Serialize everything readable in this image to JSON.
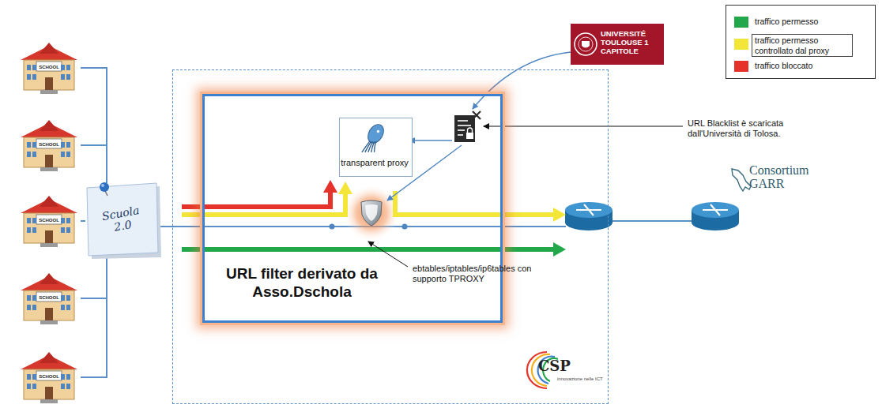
{
  "diagram": {
    "nodes": [
      {
        "text": [
          "CSP",
          "innovazione nelle ICT"
        ]
      },
      {
        "text": [
          "URL filter derivato da Asso.Dschola"
        ],
        "in": 0
      },
      {
        "text": [
          "transparent proxy"
        ],
        "in": 1
      },
      {
        "text": [
          "UNIVERSITÉ TOULOUSE 1 CAPITOLE"
        ]
      },
      {
        "text": [
          "Scuola 2.0"
        ]
      },
      {
        "text": [
          "SCHOOL"
        ]
      },
      {
        "text": [
          "SCHOOL"
        ]
      },
      {
        "text": [
          "SCHOOL"
        ]
      },
      {
        "text": [
          "SCHOOL"
        ]
      },
      {
        "text": [
          "SCHOOL"
        ]
      }
    ],
    "edges": [
      {
        "from": 5,
        "to": 4,
        "arrow": "none"
      },
      {
        "from": 6,
        "to": 4,
        "arrow": "none"
      },
      {
        "from": 7,
        "to": 4,
        "arrow": "none"
      },
      {
        "from": 8,
        "to": 4,
        "arrow": "none"
      },
      {
        "from": 9,
        "to": 4,
        "arrow": "none"
      }
    ],
    "labels": [
      "URL Blacklist è scaricata dall'Università di Tolosa.",
      "ebtables/iptables/ip6tables con supporto TPROXY",
      "Consortium GARR"
    ],
    "legend": [
      {
        "text": "traffico permesso",
        "color": "#22a84a"
      },
      {
        "text": "traffico permesso controllato dal proxy",
        "color": "#f3e639"
      },
      {
        "text": "traffico bloccato",
        "color": "#e5322b"
      }
    ]
  }
}
